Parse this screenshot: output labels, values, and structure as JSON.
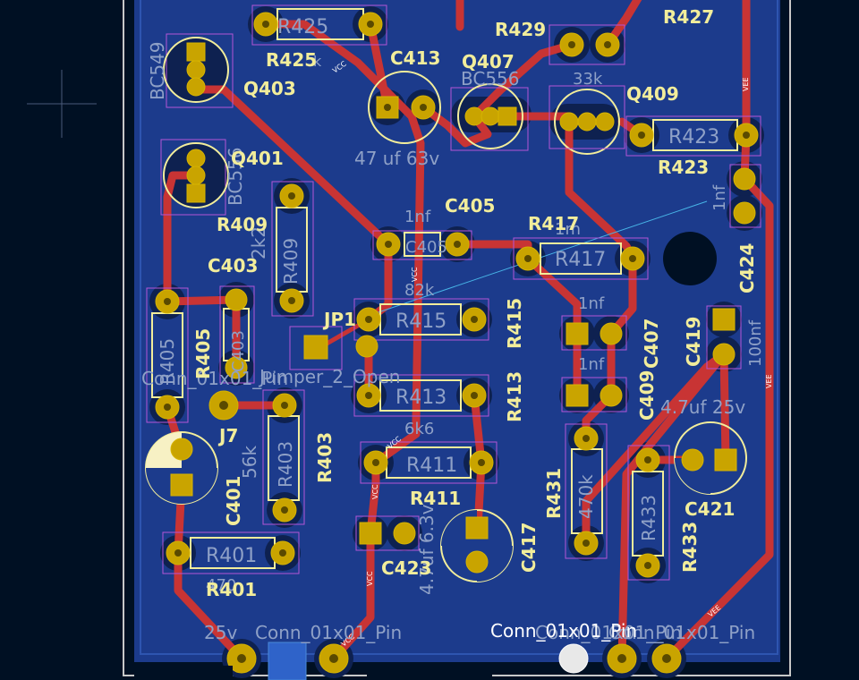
{
  "labels": {
    "R425": "R425",
    "R425_val": "k",
    "C413": "C413",
    "C413_val": "47 uf 63v",
    "R429": "R429",
    "R429_val": "33k",
    "Q407": "Q407",
    "Q407_val": "BC556",
    "R427": "R427",
    "Q409": "Q409",
    "R423": "R423",
    "R423b": "R423",
    "BC549": "BC549",
    "Q403": "Q403",
    "Q401": "Q401",
    "BC556b": "BC556",
    "R409": "R409",
    "R409_val": "2k2",
    "C405": "C405",
    "C405_val": "1nf",
    "R417": "R417",
    "R417_val": "1m",
    "C424": "C424",
    "C424_val": "1nf",
    "C403": "C403",
    "R405": "R405",
    "JP1": "JP1",
    "R415": "R415",
    "R415_val": "82k",
    "C407": "C407",
    "C407_val": "1nf",
    "C409": "C409",
    "C409_val": "1nf",
    "C419": "C419",
    "C419_val": "100nf",
    "conn_pin_top": "Conn_01x01_Pin",
    "jumper_val": "Jumper_2_Open",
    "R413": "R413",
    "R413_val": "6k6",
    "J7": "J7",
    "R403": "R403",
    "R403_val": "56k",
    "C401": "C401",
    "R411": "R411",
    "C421": "C421",
    "C421_val": "4.7uf 25v",
    "R431": "R431",
    "R431_val": "470k",
    "R433": "R433",
    "R401": "R401",
    "R401_val": "470",
    "C423": "C423",
    "C417": "C417",
    "C417_val": "4.7uf 6.3v",
    "bottom_left": "25v",
    "conn_bottom_1": "Conn_01x01_Pin",
    "conn_bottom_2": "Conn_01x01_Pin",
    "conn_bottom_3": "Conn_01x01_Pin",
    "conn_bottom_4": "Conn_01x01_Pin"
  },
  "nets": {
    "vcc": "VCC",
    "vee": "VEE"
  },
  "colors": {
    "background": "#001023",
    "copper_fill": "#1c3b8c",
    "track": "#c83434",
    "pad": "#c9a400",
    "silkscreen": "#f2ed9b",
    "courtyard": "#b455d6"
  }
}
